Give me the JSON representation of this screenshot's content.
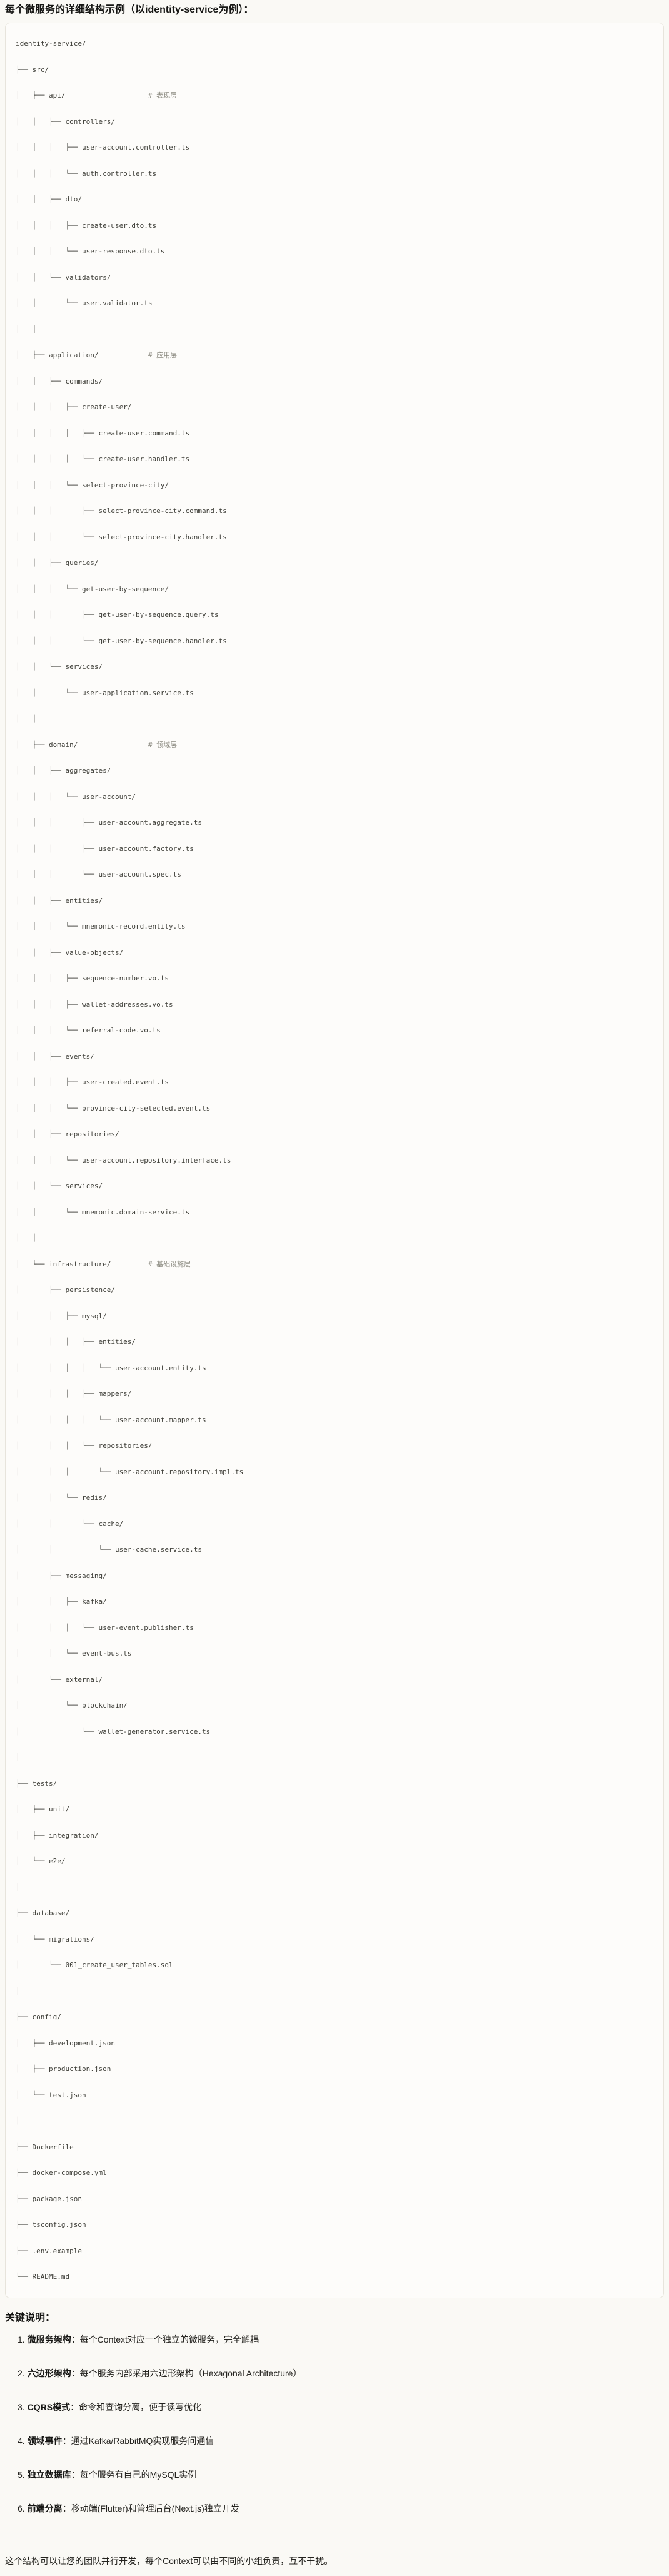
{
  "title": "每个微服务的详细结构示例（以identity-service为例）：",
  "colors": {
    "page_bg": "#faf9f5",
    "code_bg": "#fdfcfa",
    "code_border": "#e7e4dc",
    "code_text": "#40403a",
    "comment": "#8b8a80",
    "heading_text": "#161614"
  },
  "code_block": {
    "language": "text",
    "lines": [
      "identity-service/",
      "├── src/",
      "│   ├── api/                    # 表现层",
      "│   │   ├── controllers/",
      "│   │   │   ├── user-account.controller.ts",
      "│   │   │   └── auth.controller.ts",
      "│   │   ├── dto/",
      "│   │   │   ├── create-user.dto.ts",
      "│   │   │   └── user-response.dto.ts",
      "│   │   └── validators/",
      "│   │       └── user.validator.ts",
      "│   │",
      "│   ├── application/            # 应用层",
      "│   │   ├── commands/",
      "│   │   │   ├── create-user/",
      "│   │   │   │   ├── create-user.command.ts",
      "│   │   │   │   └── create-user.handler.ts",
      "│   │   │   └── select-province-city/",
      "│   │   │       ├── select-province-city.command.ts",
      "│   │   │       └── select-province-city.handler.ts",
      "│   │   ├── queries/",
      "│   │   │   └── get-user-by-sequence/",
      "│   │   │       ├── get-user-by-sequence.query.ts",
      "│   │   │       └── get-user-by-sequence.handler.ts",
      "│   │   └── services/",
      "│   │       └── user-application.service.ts",
      "│   │",
      "│   ├── domain/                 # 领域层",
      "│   │   ├── aggregates/",
      "│   │   │   └── user-account/",
      "│   │   │       ├── user-account.aggregate.ts",
      "│   │   │       ├── user-account.factory.ts",
      "│   │   │       └── user-account.spec.ts",
      "│   │   ├── entities/",
      "│   │   │   └── mnemonic-record.entity.ts",
      "│   │   ├── value-objects/",
      "│   │   │   ├── sequence-number.vo.ts",
      "│   │   │   ├── wallet-addresses.vo.ts",
      "│   │   │   └── referral-code.vo.ts",
      "│   │   ├── events/",
      "│   │   │   ├── user-created.event.ts",
      "│   │   │   └── province-city-selected.event.ts",
      "│   │   ├── repositories/",
      "│   │   │   └── user-account.repository.interface.ts",
      "│   │   └── services/",
      "│   │       └── mnemonic.domain-service.ts",
      "│   │",
      "│   └── infrastructure/         # 基础设施层",
      "│       ├── persistence/",
      "│       │   ├── mysql/",
      "│       │   │   ├── entities/",
      "│       │   │   │   └── user-account.entity.ts",
      "│       │   │   ├── mappers/",
      "│       │   │   │   └── user-account.mapper.ts",
      "│       │   │   └── repositories/",
      "│       │   │       └── user-account.repository.impl.ts",
      "│       │   └── redis/",
      "│       │       └── cache/",
      "│       │           └── user-cache.service.ts",
      "│       ├── messaging/",
      "│       │   ├── kafka/",
      "│       │   │   └── user-event.publisher.ts",
      "│       │   └── event-bus.ts",
      "│       └── external/",
      "│           └── blockchain/",
      "│               └── wallet-generator.service.ts",
      "│",
      "├── tests/",
      "│   ├── unit/",
      "│   ├── integration/",
      "│   └── e2e/",
      "│",
      "├── database/",
      "│   └── migrations/",
      "│       └── 001_create_user_tables.sql",
      "│",
      "├── config/",
      "│   ├── development.json",
      "│   ├── production.json",
      "│   └── test.json",
      "│",
      "├── Dockerfile",
      "├── docker-compose.yml",
      "├── package.json",
      "├── tsconfig.json",
      "├── .env.example",
      "└── README.md"
    ]
  },
  "notes": {
    "title": "关键说明：",
    "items": [
      {
        "num": "1.",
        "term": "微服务架构",
        "rest": "：每个Context对应一个独立的微服务，完全解耦"
      },
      {
        "num": "2.",
        "term": "六边形架构",
        "rest": "：每个服务内部采用六边形架构（Hexagonal Architecture）"
      },
      {
        "num": "3.",
        "term": "CQRS模式",
        "rest": "：命令和查询分离，便于读写优化"
      },
      {
        "num": "4.",
        "term": "领域事件",
        "rest": "：通过Kafka/RabbitMQ实现服务间通信"
      },
      {
        "num": "5.",
        "term": "独立数据库",
        "rest": "：每个服务有自己的MySQL实例"
      },
      {
        "num": "6.",
        "term": "前端分离",
        "rest": "：移动端(Flutter)和管理后台(Next.js)独立开发"
      }
    ]
  },
  "closing": "这个结构可以让您的团队并行开发，每个Context可以由不同的小组负责，互不干扰。"
}
